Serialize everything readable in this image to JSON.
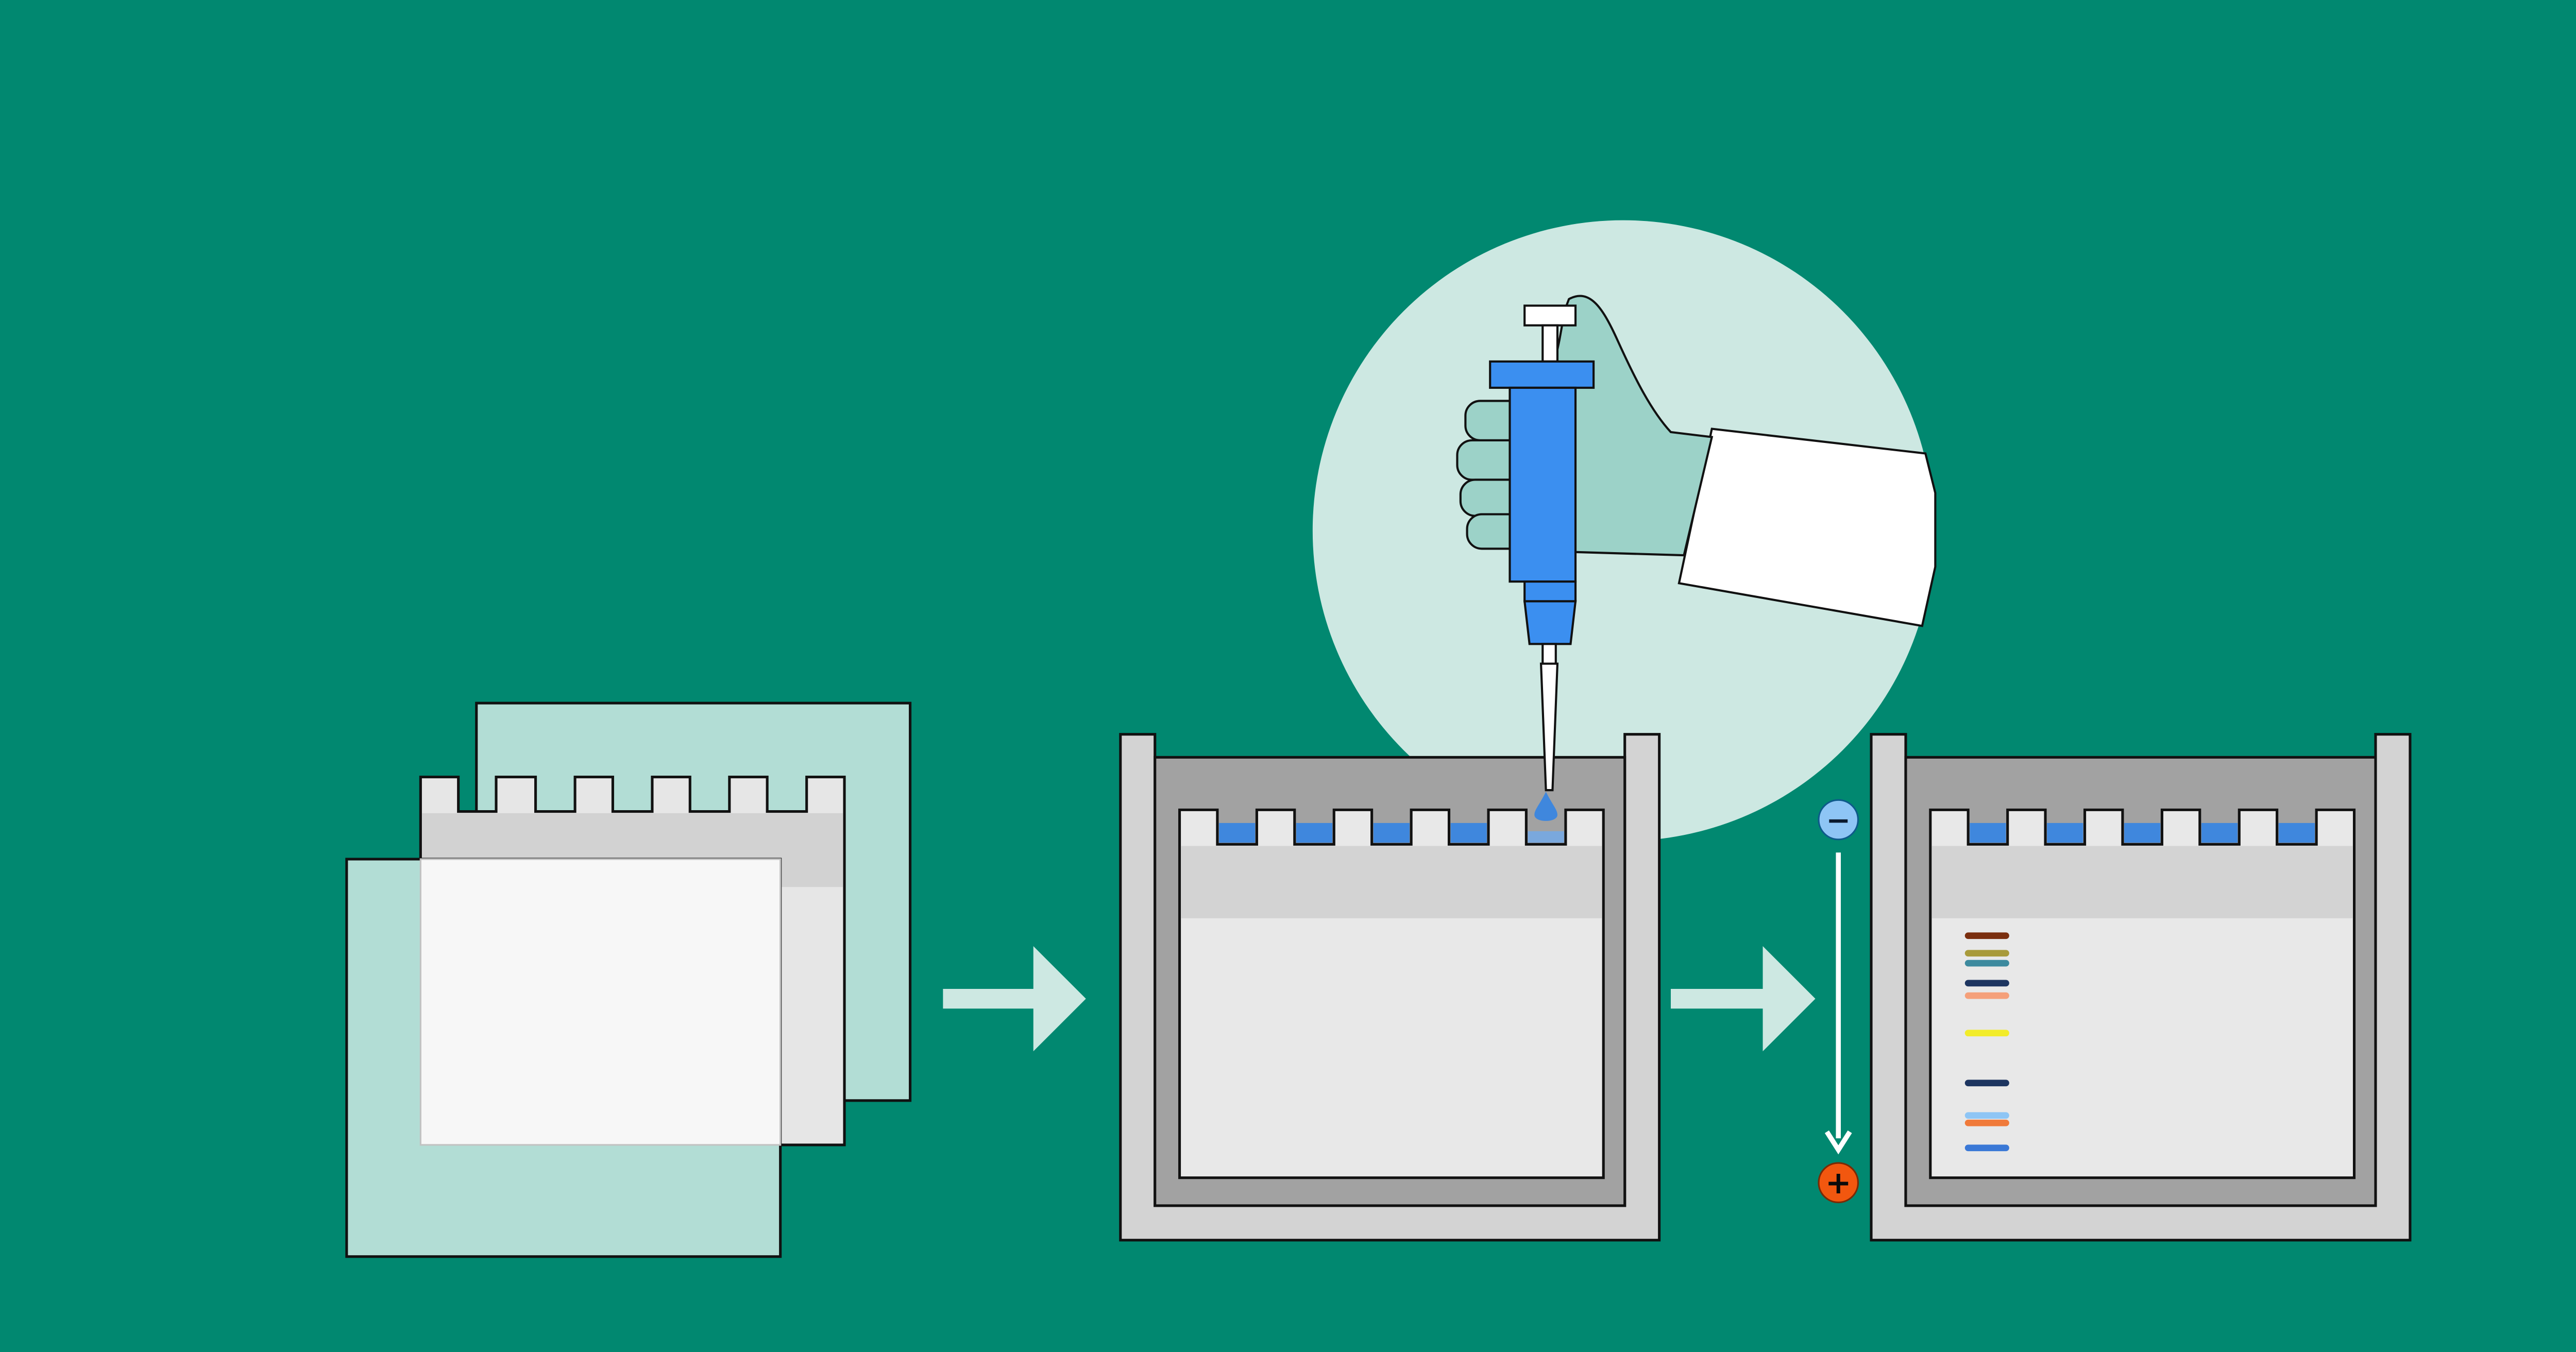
{
  "diagram": {
    "steps": [
      {
        "name": "gel-casting-plates"
      },
      {
        "name": "sample-loading"
      },
      {
        "name": "electrophoresis-run"
      }
    ],
    "electrodes": {
      "negative_symbol": "−",
      "positive_symbol": "+"
    },
    "bands": [
      {
        "color": "#7a2e0e",
        "position": 0.07
      },
      {
        "color": "#a89a3a",
        "position": 0.14
      },
      {
        "color": "#3d8a9e",
        "position": 0.18
      },
      {
        "color": "#1d3560",
        "position": 0.26
      },
      {
        "color": "#f5a07a",
        "position": 0.31
      },
      {
        "color": "#f2ec2a",
        "position": 0.46
      },
      {
        "color": "#1d3560",
        "position": 0.66
      },
      {
        "color": "#8ec5f5",
        "position": 0.79
      },
      {
        "color": "#f07a3a",
        "position": 0.82
      },
      {
        "color": "#3a78d6",
        "position": 0.92
      }
    ]
  },
  "colors": {
    "background": "#018870",
    "plate_green": "#b2ddd5",
    "gel_light": "#e8e8e8",
    "gel_frame": "#d3d3d3",
    "tank_inner": "#a2a2a2",
    "sample_blue": "#3f87dd",
    "pipette_blue": "#3b8ff0",
    "glove": "#9cd2c8",
    "circle_bg": "#cde8e2",
    "arrow": "#cde8e2",
    "electrode_neg": "#8ec5f5",
    "electrode_pos": "#f2570f"
  }
}
